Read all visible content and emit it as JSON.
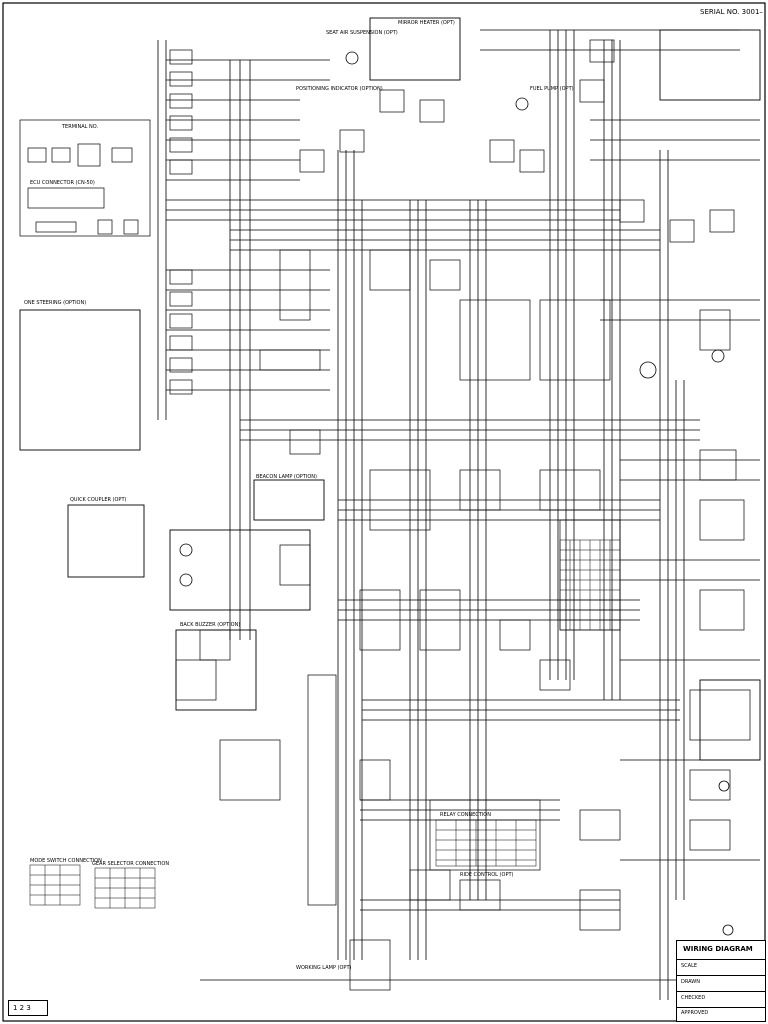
{
  "sheet": {
    "title": "WIRING DIAGRAM",
    "top_right_ref": "SERIAL NO. 3001–"
  },
  "option_titles": {
    "seat_air": "SEAT AIR SUSPENSION (OPT)",
    "mirror_heater": "MIRROR HEATER (OPT)",
    "fuel_pump": "FUEL PUMP (OPT)",
    "pos_indicator": "POSITIONING INDICATOR (OPTION)",
    "one_steering": "ONE STEERING (OPTION)",
    "quick_coupler": "QUICK COUPLER (OPT)",
    "beacon": "BEACON LAMP (OPTION)",
    "back_buzzer": "BACK BUZZER (OPTION)",
    "ride_control": "RIDE CONTROL (OPT)",
    "working_lamp": "WORKING LAMP (OPT)"
  },
  "legend": {
    "terminal_title": "TERMINAL NO.",
    "connector_label": "ECU CONNECTOR (CN-50)"
  },
  "tables": {
    "left_a_title": "MODE SWITCH CONNECTION",
    "left_b_title": "GEAR SELECTOR CONNECTION",
    "center_title": "RELAY CONNECTION"
  },
  "title_block": {
    "header": "WIRING DIAGRAM",
    "rows": [
      "SCALE",
      "DRAWN",
      "CHECKED",
      "APPROVED"
    ]
  },
  "corner_mark": "1 2 3",
  "colors": {
    "ink": "#000000",
    "paper": "#ffffff"
  }
}
